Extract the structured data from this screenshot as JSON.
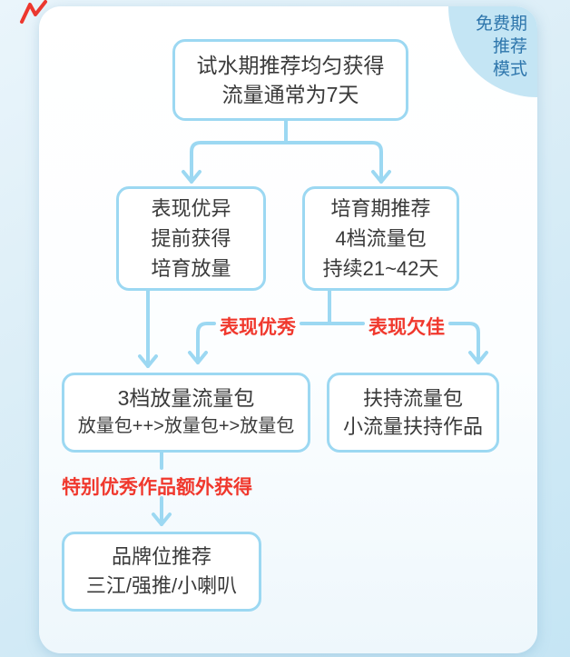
{
  "badge": {
    "name": "free-period-recommendation-mode",
    "lines": [
      "免费期",
      "推荐",
      "模式"
    ]
  },
  "boxes": {
    "trial": {
      "lines": [
        "试水期推荐均匀获得",
        "流量通常为7天"
      ]
    },
    "excellent": {
      "lines": [
        "表现优异",
        "提前获得",
        "培育放量"
      ]
    },
    "nurture": {
      "lines": [
        "培育期推荐",
        "4档流量包",
        "持续21~42天"
      ]
    },
    "boost": {
      "lines": [
        "3档放量流量包",
        "放量包++>放量包+>放量包"
      ]
    },
    "support": {
      "lines": [
        "扶持流量包",
        "小流量扶持作品"
      ]
    },
    "brand": {
      "lines": [
        "品牌位推荐",
        "三江/强推/小喇叭"
      ]
    }
  },
  "labels": {
    "good": "表现优秀",
    "bad": "表现欠佳",
    "extra": "特别优秀作品额外获得"
  },
  "icons": {
    "corner_accent": "red-zigzag-accent"
  },
  "colors": {
    "line_blue": "#9CD8F2",
    "box_border": "#9CD8F2",
    "label_red": "#F0382D",
    "badge_bg": "#C4E5F4",
    "badge_text": "#2E76AC",
    "text": "#3A3A3A",
    "page_bg_top": "#EAF5FB",
    "page_bg_bottom": "#C5E5F4"
  }
}
